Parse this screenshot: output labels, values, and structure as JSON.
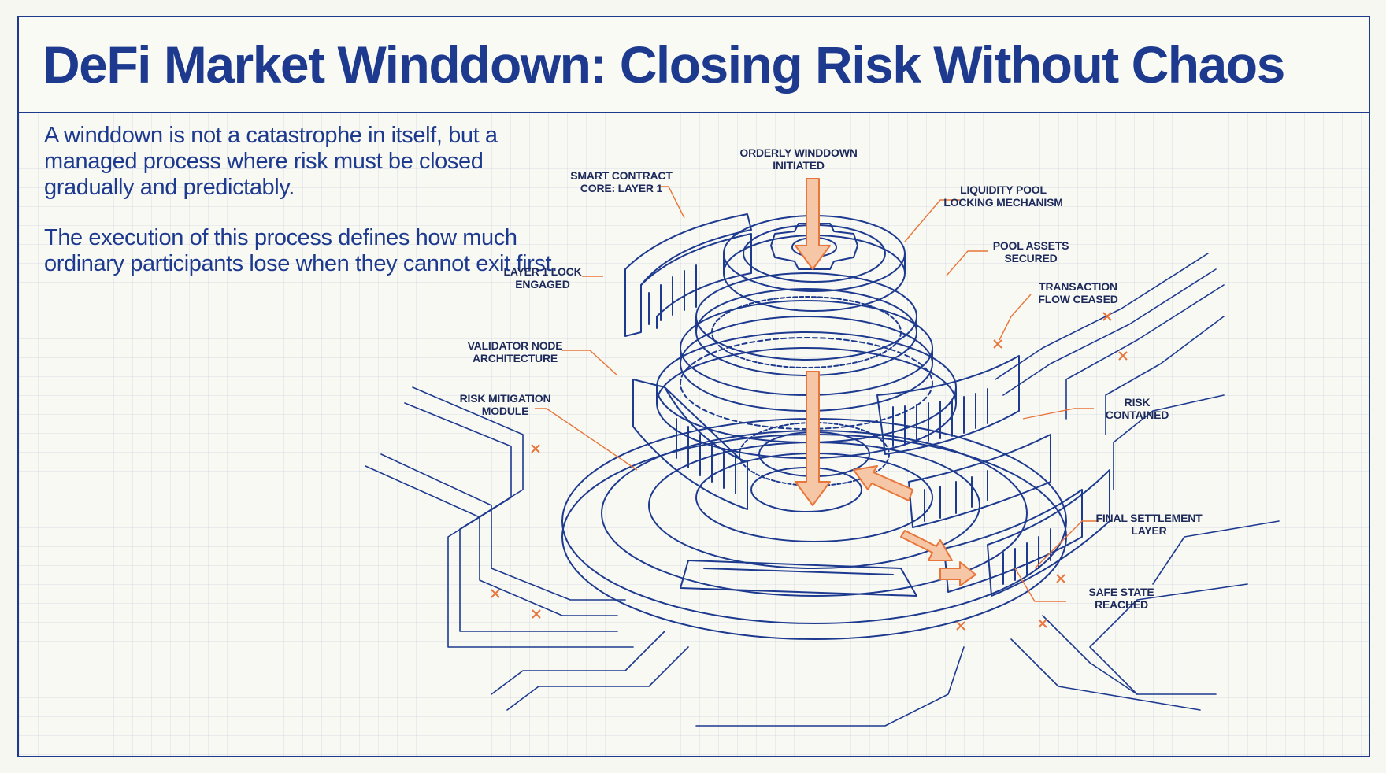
{
  "title": "DeFi Market Winddown: Closing Risk Without Chaos",
  "intro": {
    "paragraph_1": "A winddown is not a catastrophe in itself, but a managed process where risk must be closed gradually and predictably.",
    "paragraph_2": "The execution of this process defines how much ordinary participants lose when they cannot exit first."
  },
  "labels": {
    "orderly_winddown": "ORDERLY WINDDOWN\nINITIATED",
    "smart_contract_core": "SMART CONTRACT\nCORE: LAYER 1",
    "liquidity_pool_locking": "LIQUIDITY POOL\nLOCKING MECHANISM",
    "pool_assets_secured": "POOL ASSETS\nSECURED",
    "layer1_lock": "LAYER 1 LOCK\nENGAGED",
    "transaction_flow_ceased": "TRANSACTION\nFLOW CEASED",
    "validator_node": "VALIDATOR NODE\nARCHITECTURE",
    "risk_mitigation": "RISK MITIGATION\nMODULE",
    "risk_contained": "RISK\nCONTAINED",
    "final_settlement": "FINAL SETTLEMENT\nLAYER",
    "safe_state": "SAFE STATE\nREACHED"
  },
  "colors": {
    "ink": "#1d3a8f",
    "accent": "#e8763a",
    "accent_fill": "#f6c7a6",
    "background": "#f9f9f4"
  }
}
